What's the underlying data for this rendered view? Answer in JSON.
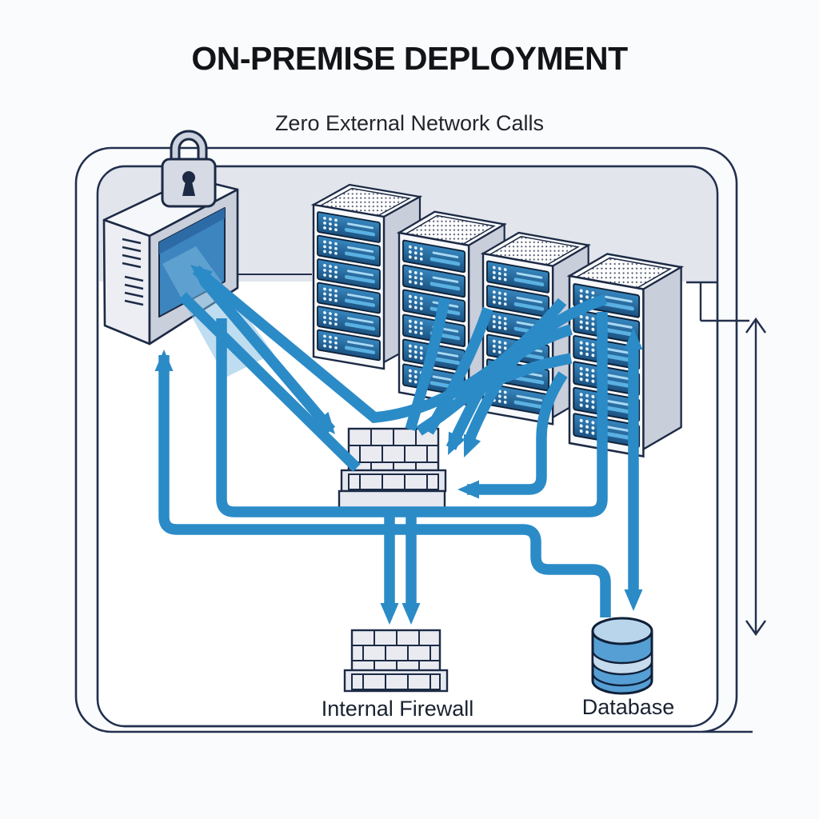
{
  "header": {
    "title": "ON-PREMISE DEPLOYMENT",
    "subtitle": "Zero External Network Calls"
  },
  "labels": {
    "internal_firewall": "Internal Firewall",
    "database": "Database"
  },
  "components": {
    "boundary": "secured-premise-enclosure",
    "lock": "padlock-icon",
    "gateway": "secure-vault-gateway-icon",
    "server_racks": [
      "server-rack-1",
      "server-rack-2",
      "server-rack-3",
      "server-rack-4"
    ],
    "central_firewall": "firewall-brick-icon",
    "internal_firewall": "internal-firewall-brick-icon",
    "database": "database-cylinder-icon",
    "measure": "vertical-double-arrow",
    "flows": "blue-data-flow-arrows"
  },
  "colors": {
    "background": "#fafbfc",
    "outline_navy": "#22304e",
    "arrow_blue": "#2b8bc7",
    "band_gray": "#e2e5ec",
    "rack_side_gray": "#c9cedb",
    "server_blue_top": "#3787c0",
    "server_blue_bottom": "#1b5180",
    "server_bar_light": "#a9d9f3",
    "brick_fill": "#e9ebf1",
    "database_body": "#569fd4",
    "database_top": "#b9d5ec",
    "database_band": "#c6dbee",
    "vault_interior": "#3d85bf",
    "vault_beam": "#7fbce2",
    "lock_body": "#d6dae4"
  }
}
